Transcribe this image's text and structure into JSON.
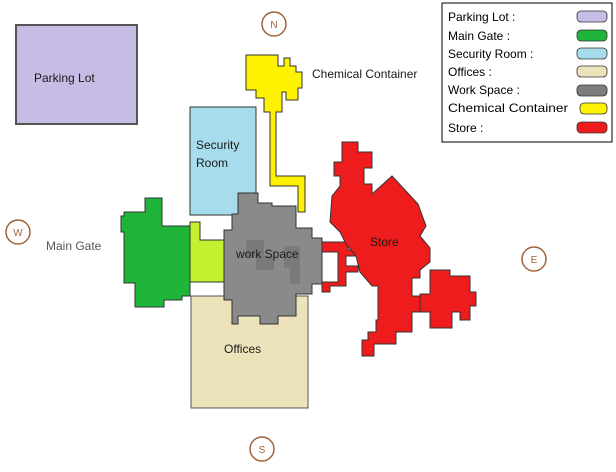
{
  "zones": {
    "parking_lot": {
      "label": "Parking Lot",
      "color": "#c7bde4"
    },
    "main_gate": {
      "label": "Main Gate",
      "color": "#1eb53a"
    },
    "security_room": {
      "label": "Security Room",
      "label_line1": "Security",
      "label_line2": "Room",
      "color": "#a6dceb"
    },
    "offices": {
      "label": "Offices",
      "color": "#ece3bb"
    },
    "work_space": {
      "label": "work Space",
      "color": "#8a8a8a"
    },
    "chemical_container": {
      "label": "Chemical Container",
      "color": "#fff200"
    },
    "store": {
      "label": "Store",
      "color": "#ee1c1c"
    },
    "gate_connector": {
      "color": "#c3f12f"
    }
  },
  "compass": {
    "north": "N",
    "south": "S",
    "east": "E",
    "west": "W"
  },
  "legend": {
    "items": [
      {
        "label": "Parking Lot :",
        "color": "#c7bde4"
      },
      {
        "label": "Main Gate :",
        "color": "#1eb53a"
      },
      {
        "label": "Security Room :",
        "color": "#a6dceb"
      },
      {
        "label": "Offices :",
        "color": "#ece3bb"
      },
      {
        "label": "Work Space :",
        "color": "#7d7d7d"
      },
      {
        "label": "Chemical Container",
        "color": "#fff200"
      },
      {
        "label": "Store :",
        "color": "#ee1c1c"
      }
    ]
  }
}
